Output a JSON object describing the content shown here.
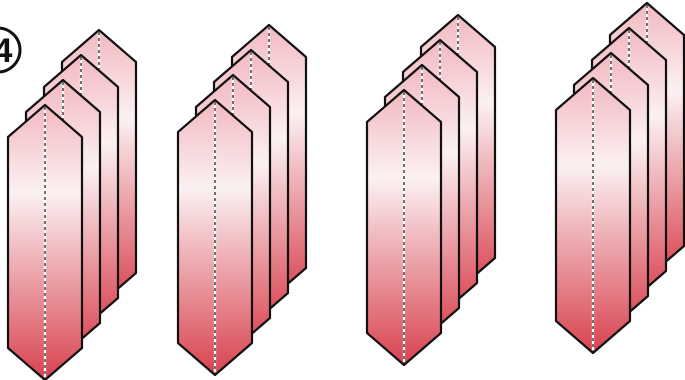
{
  "step": {
    "number": "4"
  },
  "colors": {
    "fill_top": "#f2b8bf",
    "fill_mid": "#fbf1f2",
    "fill_bottom": "#d8424f",
    "outline": "#111111",
    "fold_line": "#ffffff",
    "fold_line_dash": "#333333"
  },
  "stacks": [
    {
      "label": "stack-1",
      "panels": 4
    },
    {
      "label": "stack-2",
      "panels": 4
    },
    {
      "label": "stack-3",
      "panels": 4
    },
    {
      "label": "stack-4",
      "panels": 4
    }
  ]
}
